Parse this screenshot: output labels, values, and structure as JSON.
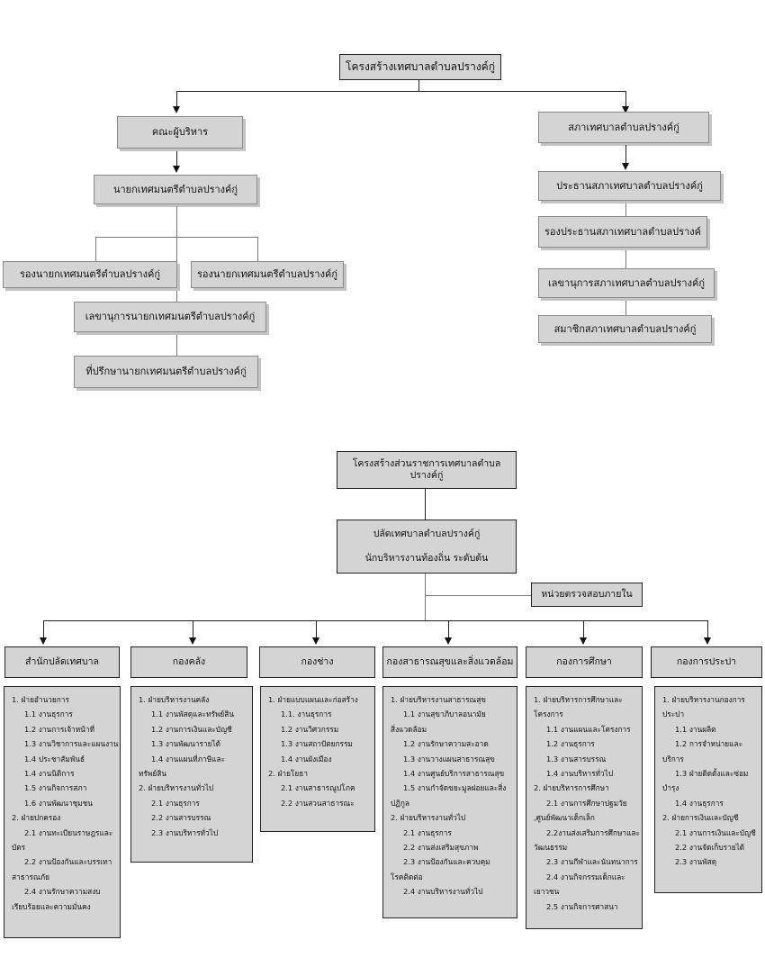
{
  "top_chart": {
    "root": "โครงสร้างเทศบาลตำบลปรางค์กู่",
    "executive": {
      "title": "คณะผู้บริหาร",
      "mayor": "นายกเทศมนตรีตำบลปรางค์กู่",
      "deputy_1": "รองนายกเทศมนตรีตำบลปรางค์กู่",
      "deputy_2": "รองนายกเทศมนตรีตำบลปรางค์กู่",
      "secretary": "เลขานุการนายกเทศมนตรีตำบลปรางค์กู่",
      "advisor": "ที่ปรึกษานายกเทศมนตรีตำบลปรางค์กู่"
    },
    "council": {
      "title": "สภาเทศบาลตำบลปรางค์กู่",
      "chair": "ประธานสภาเทศบาลตำบลปรางค์กู่",
      "vice_chair": "รองประธานสภาเทศบาลตำบลปรางค์",
      "secretary": "เลขานุการสภาเทศบาลตำบลปรางค์กู่",
      "members": "สมาชิกสภาเทศบาลตำบลปรางค์กู่"
    }
  },
  "bottom_chart": {
    "root": "โครงสร้างส่วนราชการเทศบาลตำบลปรางค์กู่",
    "clerk_line1": "ปลัดเทศบาลตำบลปรางค์กู่",
    "clerk_line2": "นักบริหารงานท้องถิ่น ระดับต้น",
    "audit": "หน่วยตรวจสอบภายใน",
    "departments": [
      {
        "title": "สำนักปลัดเทศบาล",
        "items": [
          {
            "t": "1. ฝ่ายอำนวยการ",
            "lvl": 1
          },
          {
            "t": "1.1 งานธุรการ",
            "lvl": 2
          },
          {
            "t": "1.2 งานการเจ้าหน้าที่",
            "lvl": 2
          },
          {
            "t": "1.3 งานวิชาการและแผนงาน",
            "lvl": 2
          },
          {
            "t": "1.4 ประชาสัมพันธ์",
            "lvl": 2
          },
          {
            "t": "1.4 งานนิติการ",
            "lvl": 2
          },
          {
            "t": "1.5 งานกิจการสภา",
            "lvl": 2
          },
          {
            "t": "1.6 งานพัฒนาชุมชน",
            "lvl": 2
          },
          {
            "t": "2. ฝ่ายปกครอง",
            "lvl": 1
          },
          {
            "t": "2.1 งานทะเบียนราษฎรและ",
            "lvl": 2
          },
          {
            "t": "บัตร",
            "lvl": 3
          },
          {
            "t": "2.2 งานป้องกันและบรรเทา",
            "lvl": 2
          },
          {
            "t": "สาธารณภัย",
            "lvl": 3
          },
          {
            "t": "2.4 งานรักษาความสงบ",
            "lvl": 2
          },
          {
            "t": "เรียบร้อยและความมั่นคง",
            "lvl": 3
          }
        ]
      },
      {
        "title": "กองคลัง",
        "items": [
          {
            "t": "1. ฝ่ายบริหารงานคลัง",
            "lvl": 1
          },
          {
            "t": "1.1 งานพัสดุและทรัพย์สิน",
            "lvl": 2
          },
          {
            "t": "1.2 งานการเงินและบัญชี",
            "lvl": 2
          },
          {
            "t": "1.3 งานพัฒนารายได้",
            "lvl": 2
          },
          {
            "t": "1.4 งานแผนที่ภาษีและ",
            "lvl": 2
          },
          {
            "t": "ทรัพย์สิน",
            "lvl": 3
          },
          {
            "t": "2. ฝ่ายบริหารงานทั่วไป",
            "lvl": 1
          },
          {
            "t": "2.1 งานธุรการ",
            "lvl": 2
          },
          {
            "t": "2.2 งานสารบรรณ",
            "lvl": 2
          },
          {
            "t": "2.3 งานบริหารทั่วไป",
            "lvl": 2
          }
        ]
      },
      {
        "title": "กองช่าง",
        "items": [
          {
            "t": "1. ฝ่ายแบบแผนและก่อสร้าง",
            "lvl": 1
          },
          {
            "t": "1.1. งานธุรการ",
            "lvl": 2
          },
          {
            "t": "1.2 งานวิศวกรรม",
            "lvl": 2
          },
          {
            "t": "1.3  งานสถาปัตยกรรม",
            "lvl": 2
          },
          {
            "t": "1.4 งานผังเมือง",
            "lvl": 2
          },
          {
            "t": "2. ฝ่ายโยธา",
            "lvl": 1
          },
          {
            "t": "2.1 งานสาธารณูปโภค",
            "lvl": 2
          },
          {
            "t": "2.2 งานสวนสาธารณะ",
            "lvl": 2
          }
        ]
      },
      {
        "title": "กองสาธารณสุขและสิ่งแวดล้อม",
        "items": [
          {
            "t": "1. ฝ่ายบริหารงานสาธารณสุข",
            "lvl": 1
          },
          {
            "t": "1.1 งานสุขาภิบาลอนามัย",
            "lvl": 2
          },
          {
            "t": "สิ่งแวดล้อม",
            "lvl": 3
          },
          {
            "t": "1.2 งานรักษาความสะอาด",
            "lvl": 2
          },
          {
            "t": "1.3 งานวางแผนสาธารณสุข",
            "lvl": 2
          },
          {
            "t": "1.4 งานศูนย์บริการสาธารณสุข",
            "lvl": 2
          },
          {
            "t": "1.5 งานกำจัดขยะมูลฝอยและสิ่ง",
            "lvl": 2
          },
          {
            "t": "ปฏิกูล",
            "lvl": 3
          },
          {
            "t": "2. ฝ่ายบริหารงานทั่วไป",
            "lvl": 1
          },
          {
            "t": "2.1 งานธุรการ",
            "lvl": 2
          },
          {
            "t": "2.2 งานส่งเสริมสุขภาพ",
            "lvl": 2
          },
          {
            "t": "2.3 งานป้องกันและควบคุม",
            "lvl": 2
          },
          {
            "t": "โรคติดต่อ",
            "lvl": 3
          },
          {
            "t": "2.4 งานบริหารงานทั่วไป",
            "lvl": 2
          }
        ]
      },
      {
        "title": "กองการศึกษา",
        "items": [
          {
            "t": "1. ฝ่ายบริหารการศึกษาและ",
            "lvl": 1
          },
          {
            "t": "โครงการ",
            "lvl": 3
          },
          {
            "t": "1.1 งานแผนและโครงการ",
            "lvl": 2
          },
          {
            "t": "1.2 งานธุรการ",
            "lvl": 2
          },
          {
            "t": "1.3 งานสารบรรณ",
            "lvl": 2
          },
          {
            "t": "1.4 งานบริหารทั่วไป",
            "lvl": 2
          },
          {
            "t": "2. ฝ่ายบริหารการศึกษา",
            "lvl": 1
          },
          {
            "t": "2.1 งานการศึกษาปฐมวัย",
            "lvl": 2
          },
          {
            "t": ",ศูนย์พัฒนาเด็กเล็ก",
            "lvl": 3
          },
          {
            "t": "2.2งานส่งเสริมการศึกษาและ",
            "lvl": 2
          },
          {
            "t": "วัฒนธรรม",
            "lvl": 3
          },
          {
            "t": "2.3 งานกีฬาและนันทนาการ",
            "lvl": 2
          },
          {
            "t": "2.4 งานกิจกรรมเด็กและ",
            "lvl": 2
          },
          {
            "t": "เยาวชน",
            "lvl": 3
          },
          {
            "t": "2.5 งานกิจการศาสนา",
            "lvl": 2
          }
        ]
      },
      {
        "title": "กองการประปา",
        "items": [
          {
            "t": "1. ฝ่ายบริหารงานกองการ",
            "lvl": 1
          },
          {
            "t": "ประปา",
            "lvl": 3
          },
          {
            "t": "1.1 งานผลิต",
            "lvl": 2
          },
          {
            "t": "1.2 การจำหน่ายและ",
            "lvl": 2
          },
          {
            "t": "บริการ",
            "lvl": 3
          },
          {
            "t": "1.3 ฝ่ายติดตั้งและซ่อม",
            "lvl": 2
          },
          {
            "t": "บำรุง",
            "lvl": 3
          },
          {
            "t": "1.4 งานธุรการ",
            "lvl": 2
          },
          {
            "t": "2. ฝ่ายการเงินและบัญชี",
            "lvl": 1
          },
          {
            "t": "2.1 งานการเงินและบัญชี",
            "lvl": 2
          },
          {
            "t": "2.2 งานจัดเก็บรายได้",
            "lvl": 2
          },
          {
            "t": "2.3 งานพัสดุ",
            "lvl": 2
          }
        ]
      }
    ]
  }
}
